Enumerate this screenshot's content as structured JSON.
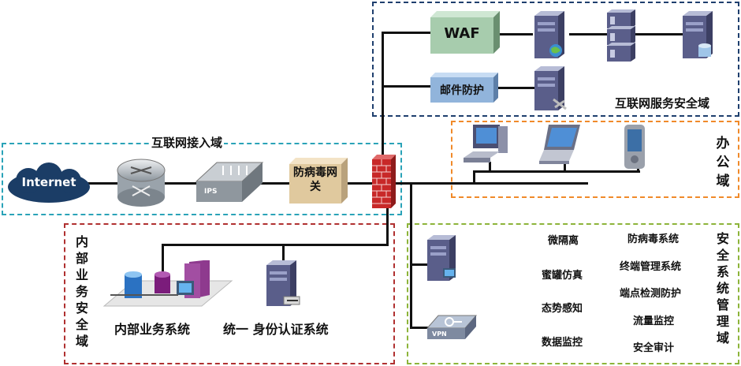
{
  "zones": {
    "internet_service": {
      "label": "互联网服务安全域",
      "color": "#1f3f6e"
    },
    "internet_access": {
      "label": "互联网接入域",
      "color": "#2aa3b8"
    },
    "office": {
      "label": "办公域",
      "color": "#f08a2a"
    },
    "internal_business": {
      "label": "内部业务安全域",
      "color": "#b03030"
    },
    "security_mgmt": {
      "label": "安全系统管理域",
      "color": "#8db43a"
    }
  },
  "devices": {
    "internet_cloud": "Internet",
    "waf": "WAF",
    "mail_protection": "邮件防护",
    "av_gateway": "防病毒网关",
    "ips_tag": "IPS",
    "vpn_tag": "VPN"
  },
  "captions": {
    "internal_system": "内部业务系统",
    "auth_system": "统一 身份认证系统"
  },
  "security_functions": {
    "col1": [
      "微隔离",
      "蜜罐仿真",
      "态势感知",
      "数据监控"
    ],
    "col2": [
      "防病毒系统",
      "终端管理系统",
      "端点检测防护",
      "流量监控",
      "安全审计"
    ]
  }
}
